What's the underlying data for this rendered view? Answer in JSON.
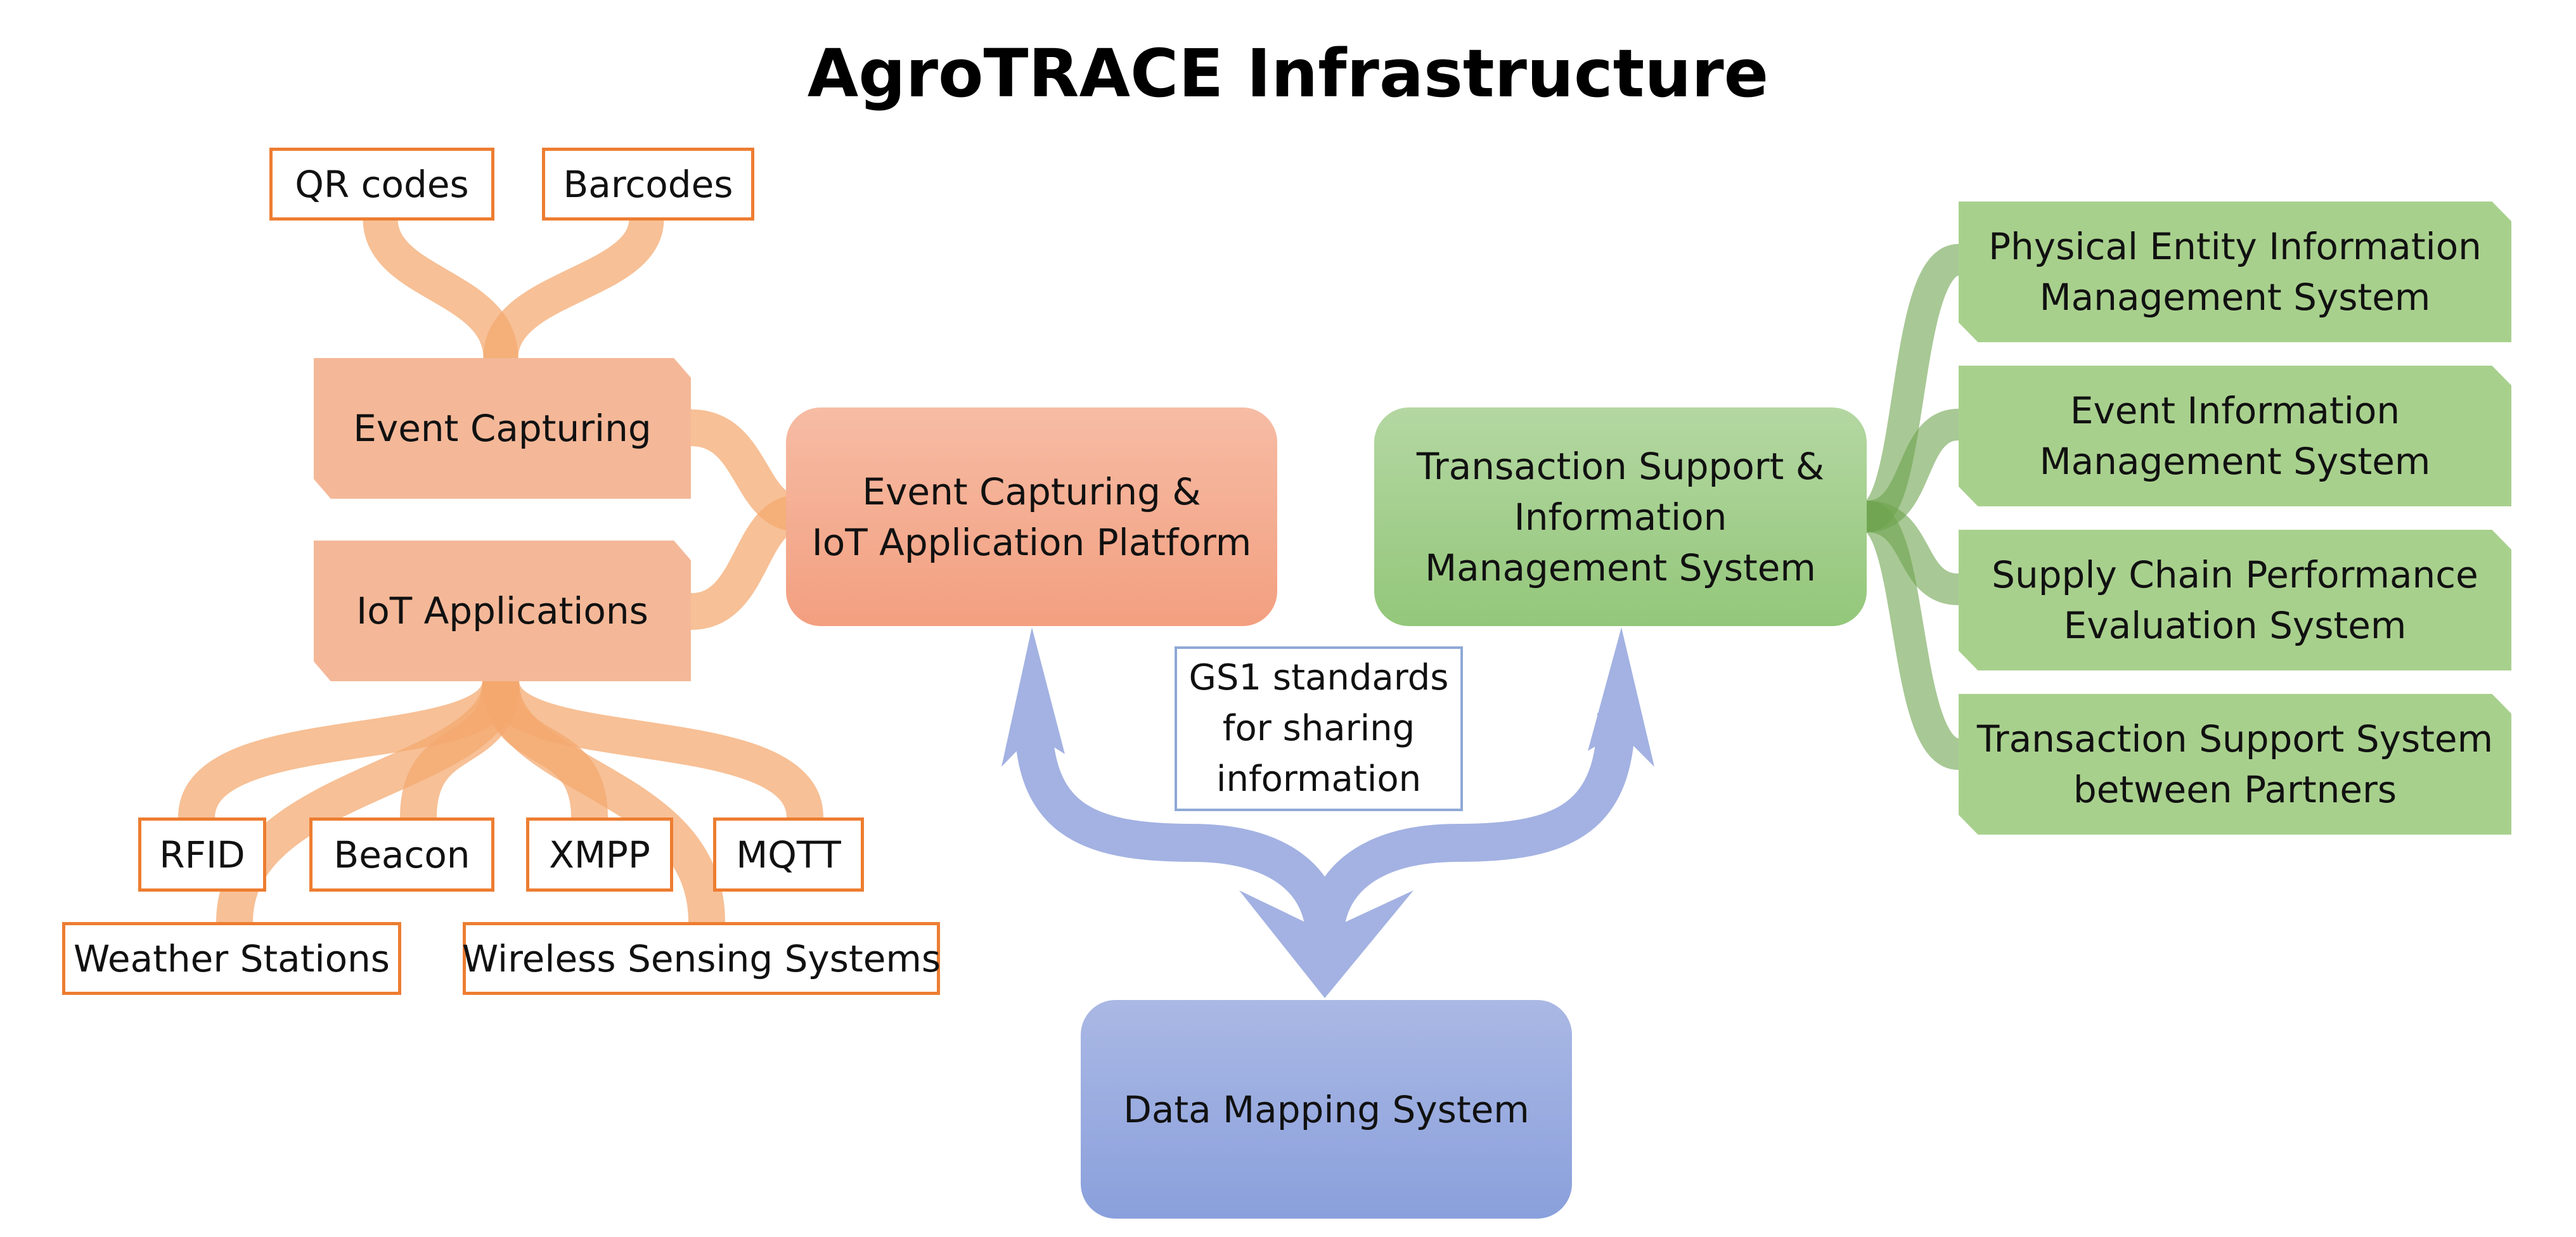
{
  "title": "AgroTRACE Infrastructure",
  "colors": {
    "orange_border": "#ed7d31",
    "orange_fill": "#f4b898",
    "orange_link": "#f4a86d",
    "green_fill": "#a8d08d",
    "green_link": "#6ea34f",
    "blue_fill": "#8ea3dd",
    "blue_arrow": "#a3b2e2"
  },
  "left": {
    "top_sources": [
      "QR codes",
      "Barcodes"
    ],
    "event_capturing": "Event Capturing",
    "iot_applications": "IoT Applications",
    "bottom_sources_row1": [
      "RFID",
      "Beacon",
      "XMPP",
      "MQTT"
    ],
    "bottom_sources_row2": [
      "Weather Stations",
      "Wireless Sensing Systems"
    ]
  },
  "center": {
    "platform_line1": "Event Capturing &",
    "platform_line2": "IoT Application Platform",
    "gs1_line1": "GS1 standards",
    "gs1_line2": "for sharing",
    "gs1_line3": "information",
    "data_mapping": "Data Mapping System",
    "transaction_line1": "Transaction Support &",
    "transaction_line2": "Information",
    "transaction_line3": "Management System"
  },
  "right": {
    "systems": [
      {
        "line1": "Physical Entity Information",
        "line2": "Management System"
      },
      {
        "line1": "Event Information",
        "line2": "Management System"
      },
      {
        "line1": "Supply Chain Performance",
        "line2": "Evaluation System"
      },
      {
        "line1": "Transaction Support System",
        "line2": "between Partners"
      }
    ]
  }
}
